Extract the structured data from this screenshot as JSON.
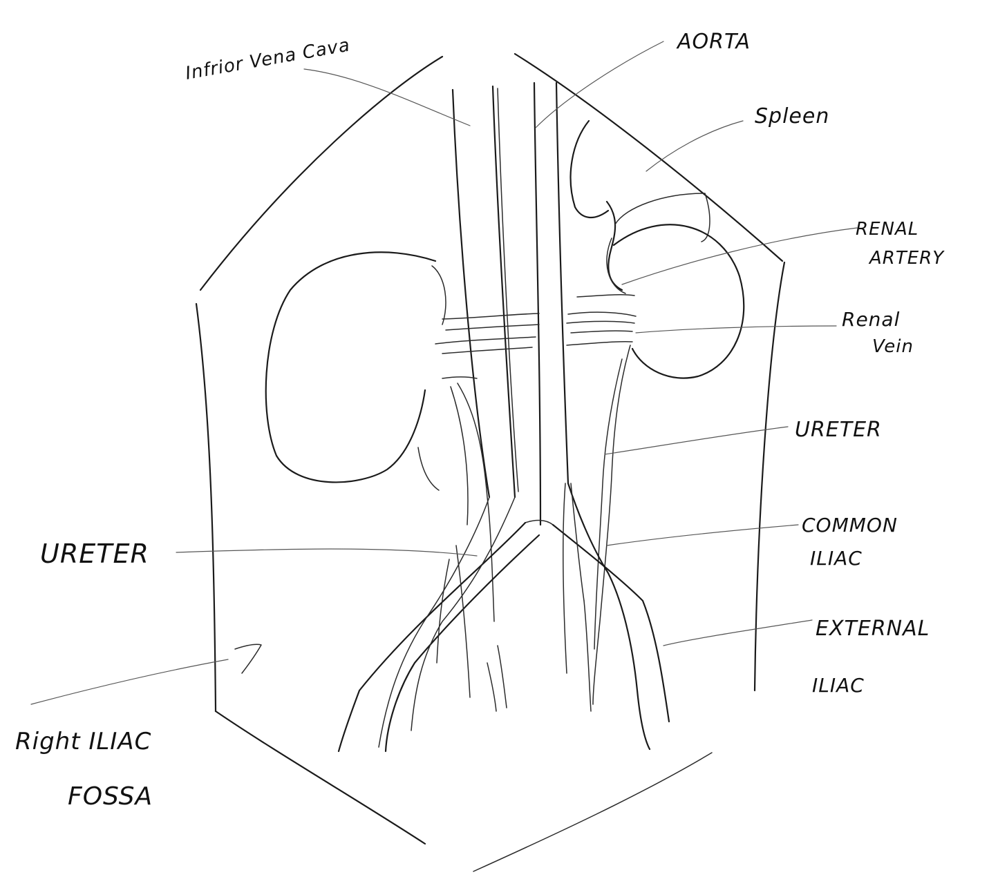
{
  "labels": {
    "ivc": "Infrior Vena Cava",
    "aorta": "AORTA",
    "spleen": "Spleen",
    "renal_artery_line1": "RENAL",
    "renal_artery_line2": "ARTERY",
    "renal_vein_line1": "Renal",
    "renal_vein_line2": "Vein",
    "ureter_right": "URETER",
    "common_iliac_line1": "COMMON",
    "common_iliac_line2": "ILIAC",
    "external_iliac_line1": "EXTERNAL",
    "external_iliac_line2": "ILIAC",
    "ureter_left": "URETER",
    "fossa_line1": "Right ILIAC",
    "fossa_line2": "FOSSA"
  },
  "colors": {
    "ink": "#1a1a1a",
    "background": "#ffffff"
  }
}
